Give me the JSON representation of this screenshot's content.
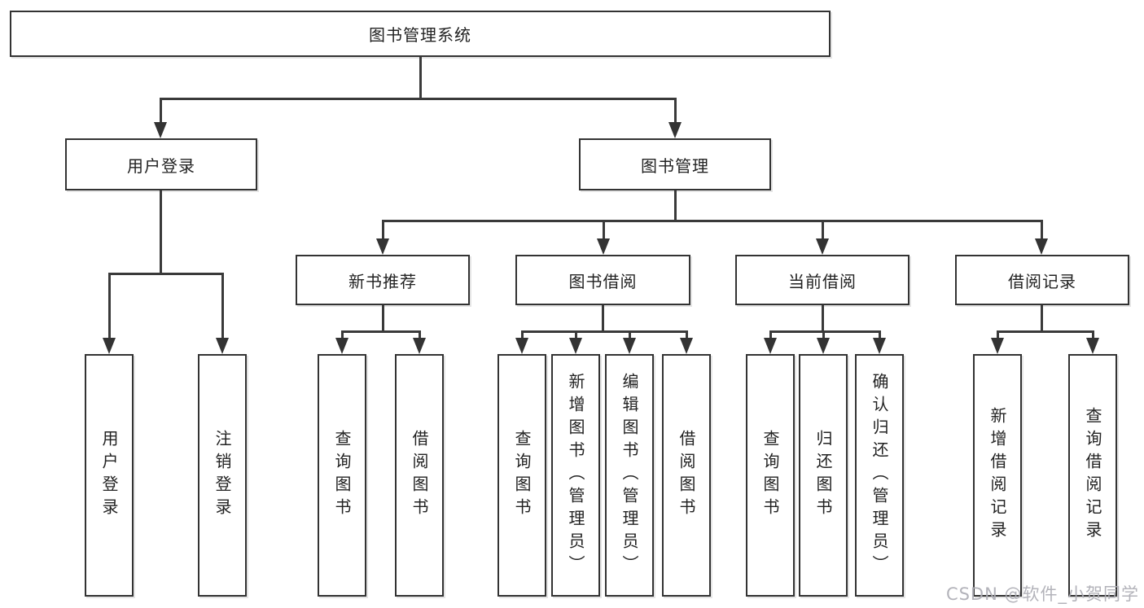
{
  "colors": {
    "line": "#3a3a3a",
    "box_border": "#333333",
    "box_background": "#ffffff",
    "text": "#222222",
    "watermark_text_color": "#afafb6"
  },
  "watermark": "CSDN @软件_小贺同学",
  "tree": {
    "root": "图书管理系统",
    "level2": [
      "用户登录",
      "图书管理"
    ],
    "level3": [
      "新书推荐",
      "图书借阅",
      "当前借阅",
      "借阅记录"
    ],
    "leaves": {
      "login": [
        "用户登录",
        "注销登录"
      ],
      "recommend": [
        "查询图书",
        "借阅图书"
      ],
      "borrow": [
        "查询图书",
        "新增图书（管理员）",
        "编辑图书（管理员）",
        "借阅图书"
      ],
      "current": [
        "查询图书",
        "归还图书",
        "确认归还（管理员）"
      ],
      "records": [
        "新增借阅记录",
        "查询借阅记录"
      ]
    }
  }
}
